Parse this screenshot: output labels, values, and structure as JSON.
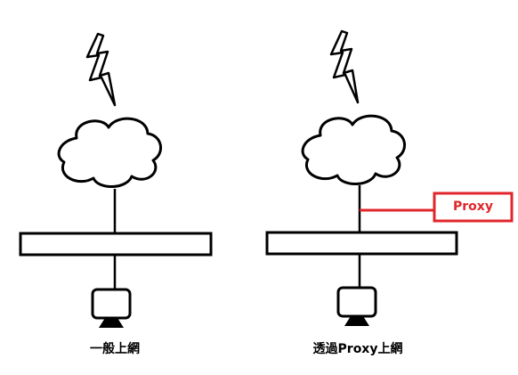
{
  "diagrams": [
    {
      "caption": "一般上網"
    },
    {
      "caption": "透過Proxy上網",
      "proxy": {
        "label": "Proxy"
      }
    }
  ],
  "colors": {
    "line": "#000000",
    "proxy": "#e0262b",
    "background": "#ffffff"
  },
  "icons": [
    "lightning-bolt-icon",
    "cloud-icon",
    "network-bar",
    "computer-monitor-icon"
  ]
}
